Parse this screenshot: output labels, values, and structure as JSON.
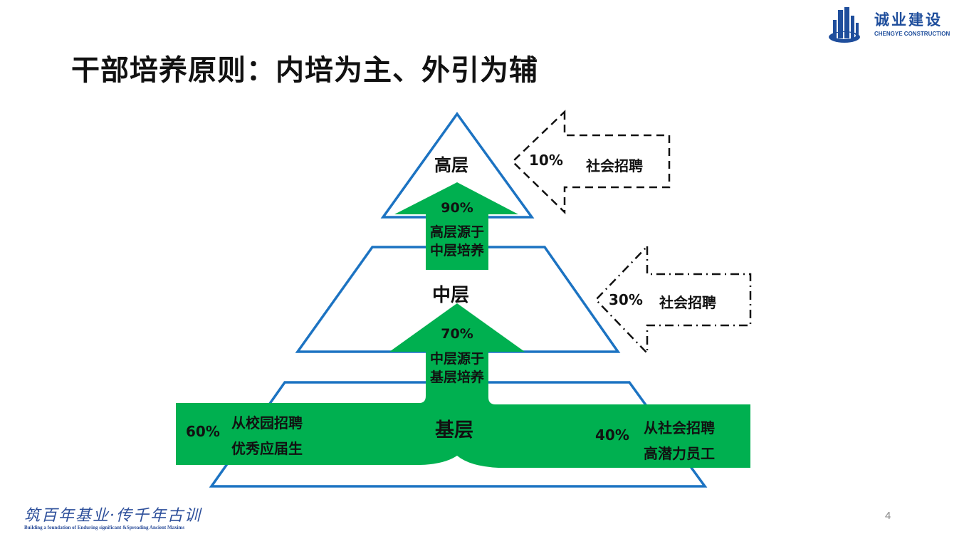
{
  "slide": {
    "title": "干部培养原则：内培为主、外引为辅",
    "page_number": "4"
  },
  "logo": {
    "name_cn": "诚业建设",
    "name_en": "CHENGYE CONSTRUCTION",
    "icon": "building-towers-icon",
    "color": "#1f4e9c"
  },
  "footer": {
    "motto_cn": "筑百年基业·传千年古训",
    "motto_en": "Building a foundation of Enduring significant &Spreading Ancient Maxims"
  },
  "colors": {
    "outline": "#1c73c2",
    "arrow_fill": "#00b050",
    "text": "#111111"
  },
  "pyramid": {
    "top": {
      "label": "高层",
      "internal_percent": "90%",
      "internal_line1": "高层源于",
      "internal_line2": "中层培养",
      "external_percent": "10%",
      "external_label": "社会招聘"
    },
    "middle": {
      "label": "中层",
      "internal_percent": "70%",
      "internal_line1": "中层源于",
      "internal_line2": "基层培养",
      "external_percent": "30%",
      "external_label": "社会招聘"
    },
    "base": {
      "label": "基层",
      "left_percent": "60%",
      "left_line1": "从校园招聘",
      "left_line2": "优秀应届生",
      "right_percent": "40%",
      "right_line1": "从社会招聘",
      "right_line2": "高潜力员工"
    }
  }
}
